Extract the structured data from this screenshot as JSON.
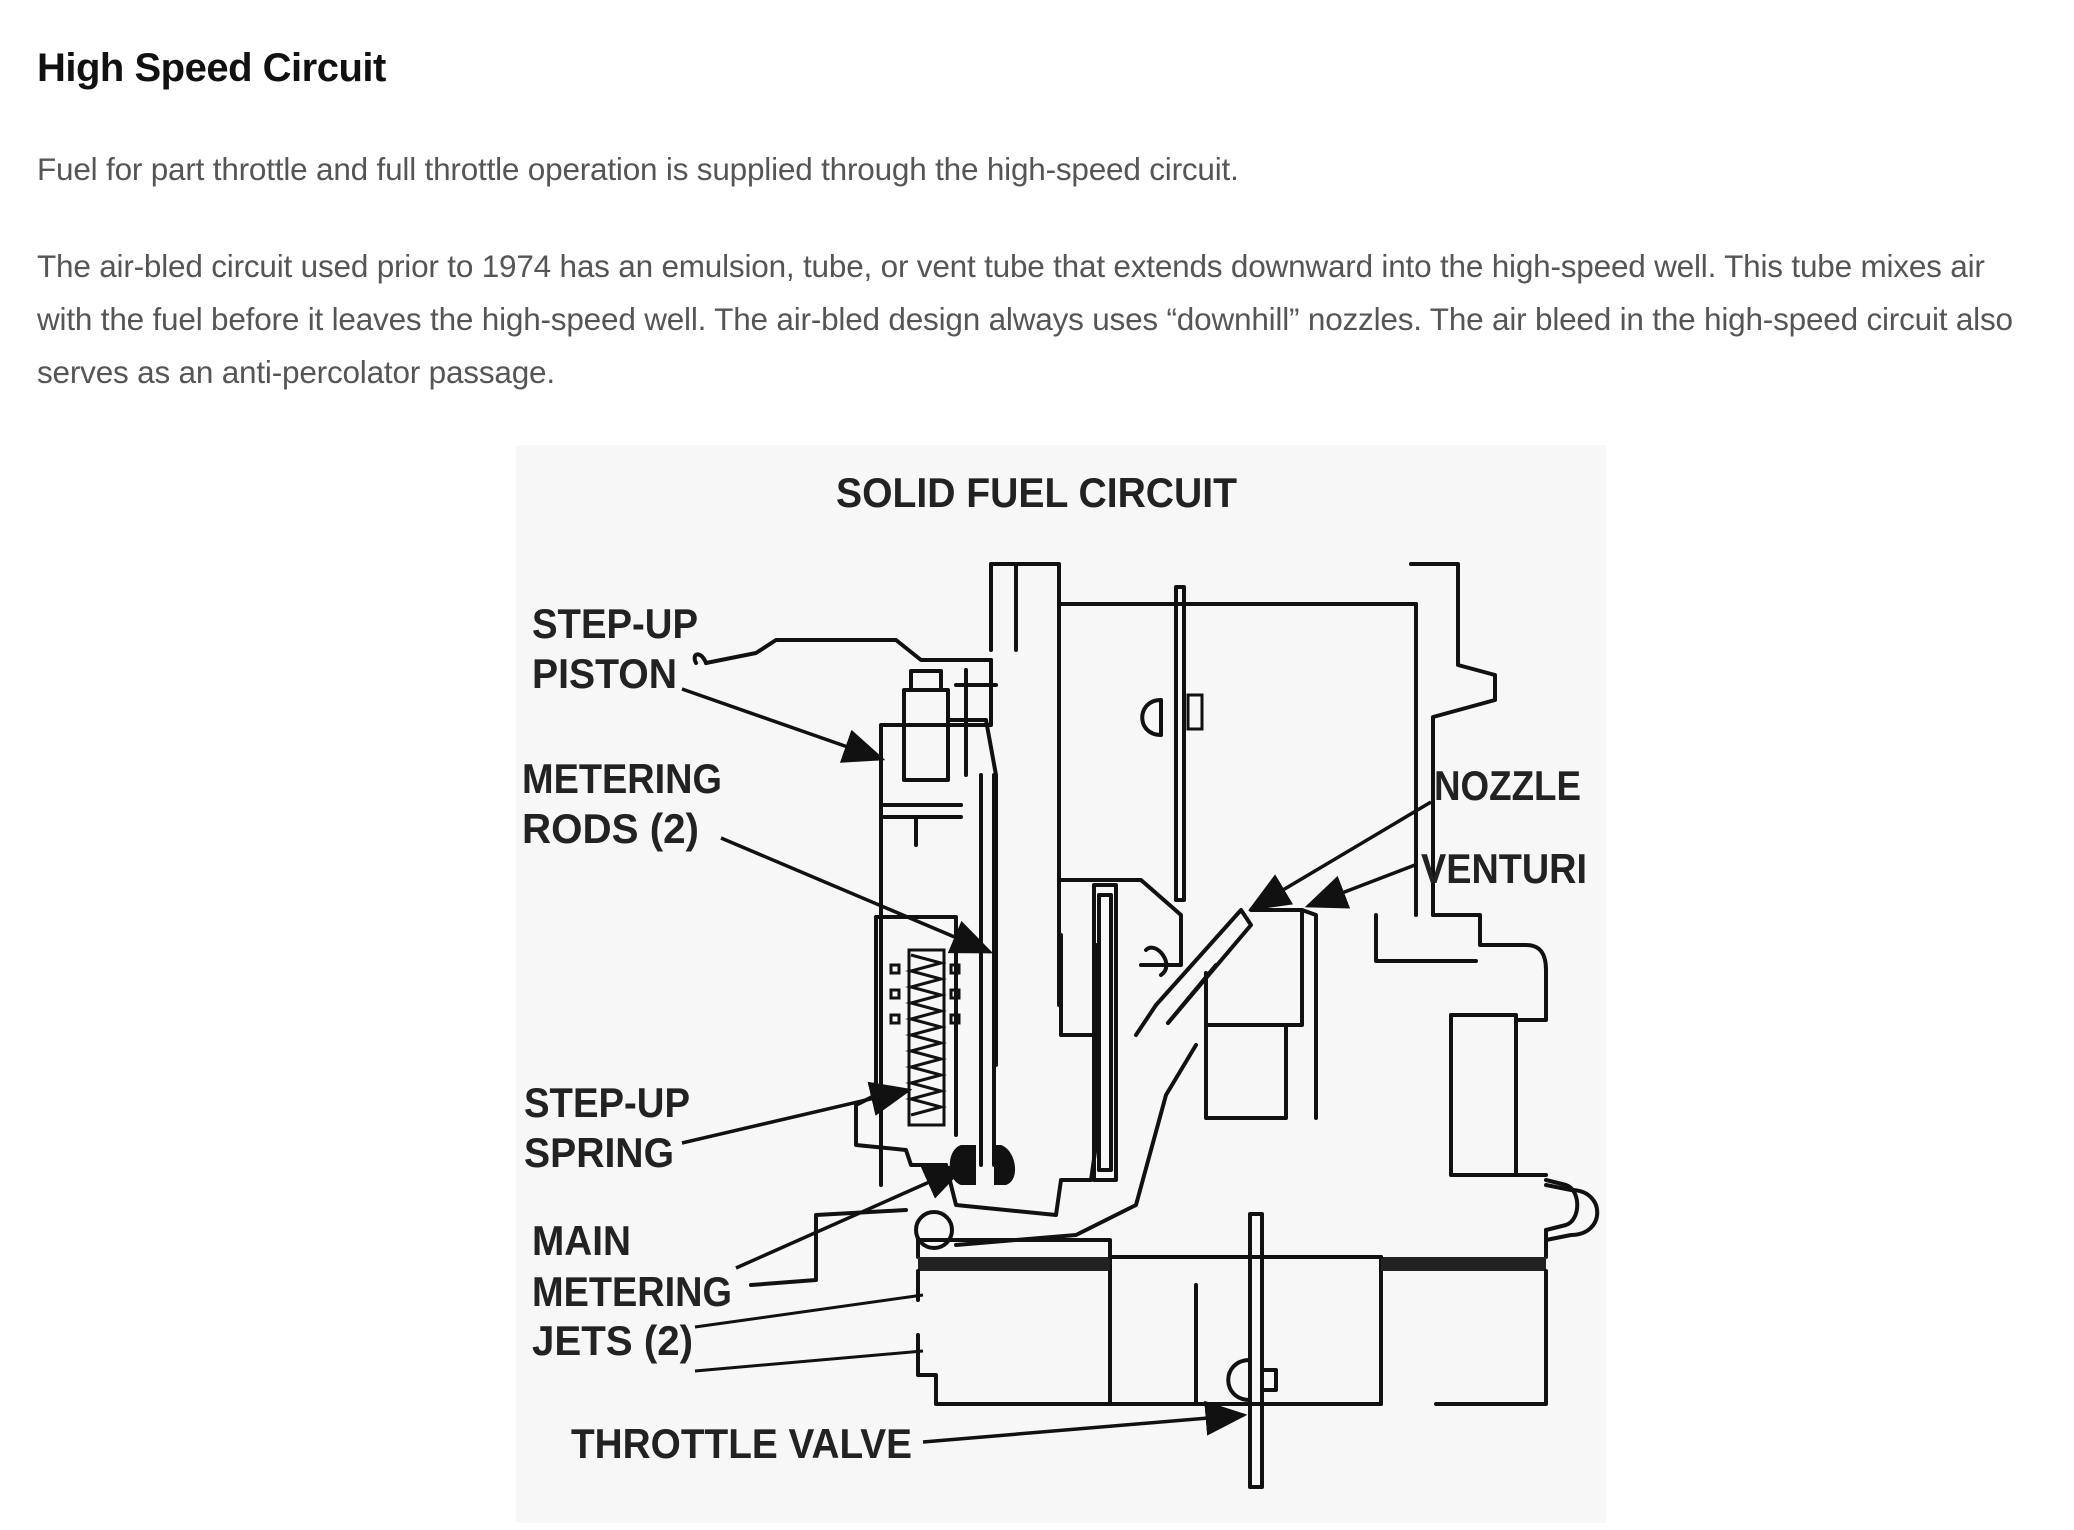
{
  "article": {
    "heading": "High Speed Circuit",
    "paragraphs": [
      "Fuel for part throttle and full throttle operation is supplied through the high-speed circuit.",
      "The air-bled circuit used prior to 1974 has an emulsion, tube, or vent tube that extends downward into the high-speed well. This tube mixes air with the fuel before it leaves the high-speed well. The air-bled design always uses “downhill” nozzles. The air bleed in the high-speed circuit also serves as an anti-percolator passage."
    ]
  },
  "figure": {
    "title": "SOLID FUEL CIRCUIT",
    "labels": {
      "step_up_piston": [
        "STEP-UP",
        "PISTON"
      ],
      "metering_rods": [
        "METERING",
        "RODS (2)"
      ],
      "step_up_spring": [
        "STEP-UP",
        "SPRING"
      ],
      "main_metering_jets": [
        "MAIN",
        "METERING",
        "JETS (2)"
      ],
      "throttle_valve": "THROTTLE VALVE",
      "nozzle": "NOZZLE",
      "venturi": "VENTURI"
    }
  }
}
